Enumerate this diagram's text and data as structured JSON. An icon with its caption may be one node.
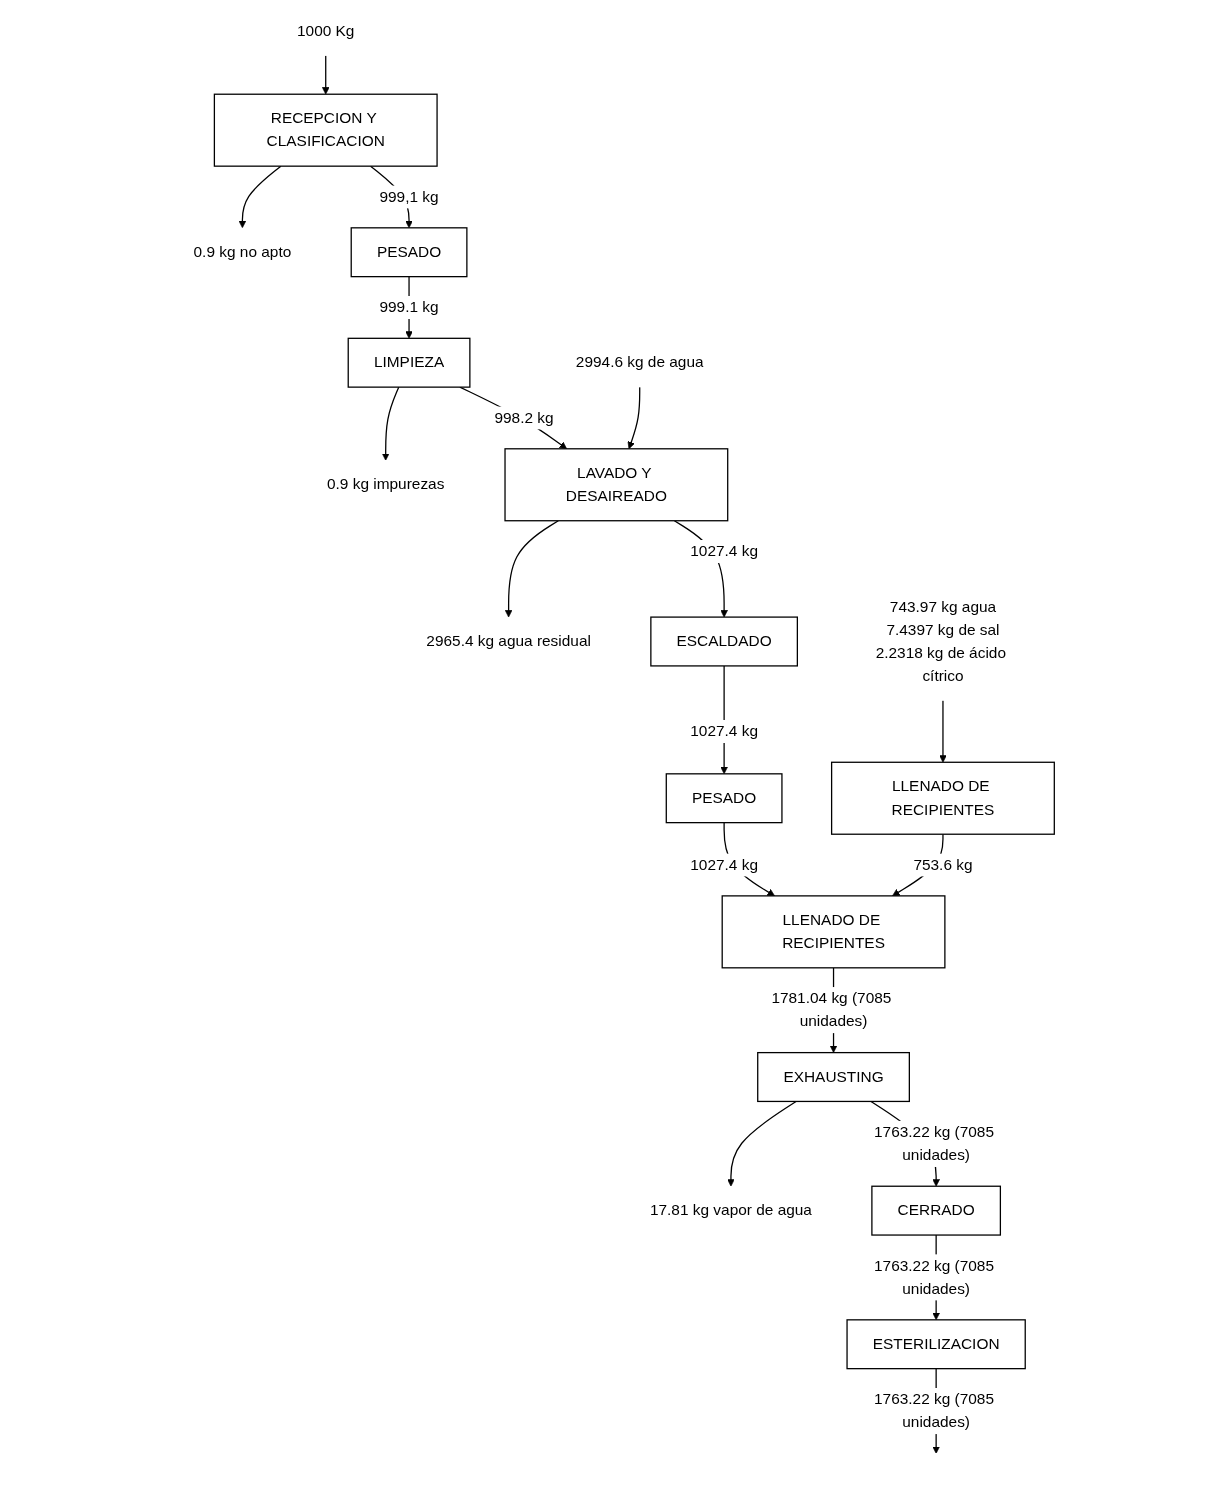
{
  "diagram": {
    "nodes": [
      {
        "text": [
          "1000 Kg"
        ]
      },
      {
        "text": [
          "RECEPCION Y CLASIFICACION"
        ]
      },
      {
        "text": [
          "0.9 kg no apto"
        ]
      },
      {
        "text": [
          "PESADO"
        ]
      },
      {
        "text": [
          "LIMPIEZA"
        ]
      },
      {
        "text": [
          "0.9 kg impurezas"
        ]
      },
      {
        "text": [
          "2994.6 kg de agua"
        ]
      },
      {
        "text": [
          "LAVADO Y DESAIREADO"
        ]
      },
      {
        "text": [
          "2965.4 kg agua residual"
        ]
      },
      {
        "text": [
          "ESCALDADO"
        ]
      },
      {
        "text": [
          "PESADO"
        ]
      },
      {
        "text": [
          "743.97 kg agua",
          "7.4397 kg de sal",
          "2.2318 kg de ácido cítrico"
        ]
      },
      {
        "text": [
          "LLENADO DE RECIPIENTES"
        ]
      },
      {
        "text": [
          "LLENADO DE RECIPIENTES"
        ]
      },
      {
        "text": [
          "EXHAUSTING"
        ]
      },
      {
        "text": [
          "17.81 kg vapor de agua"
        ]
      },
      {
        "text": [
          "CERRADO"
        ]
      },
      {
        "text": [
          "ESTERILIZACION"
        ]
      }
    ],
    "edges": [
      {
        "from": 0,
        "to": 1,
        "arrow": "to"
      },
      {
        "from": 1,
        "to": 2,
        "arrow": "to"
      },
      {
        "from": 1,
        "to": 3,
        "arrow": "to",
        "label": "999,1 kg"
      },
      {
        "from": 3,
        "to": 4,
        "arrow": "to",
        "label": "999.1 kg"
      },
      {
        "from": 4,
        "to": 5,
        "arrow": "to"
      },
      {
        "from": 4,
        "to": 7,
        "arrow": "to",
        "label": "998.2 kg"
      },
      {
        "from": 6,
        "to": 7,
        "arrow": "to"
      },
      {
        "from": 7,
        "to": 8,
        "arrow": "to"
      },
      {
        "from": 7,
        "to": 9,
        "arrow": "to",
        "label": "1027.4 kg"
      },
      {
        "from": 9,
        "to": 10,
        "arrow": "to",
        "label": "1027.4 kg"
      },
      {
        "from": 11,
        "to": 12,
        "arrow": "to"
      },
      {
        "from": 10,
        "to": 13,
        "arrow": "to",
        "label": "1027.4 kg"
      },
      {
        "from": 12,
        "to": 13,
        "arrow": "to",
        "label": "753.6 kg"
      },
      {
        "from": 13,
        "to": 14,
        "arrow": "to",
        "label": "1781.04 kg (7085 unidades)"
      },
      {
        "from": 14,
        "to": 15,
        "arrow": "to"
      },
      {
        "from": 14,
        "to": 16,
        "arrow": "to",
        "label": "1763.22 kg (7085 unidades)"
      },
      {
        "from": 16,
        "to": 17,
        "arrow": "to",
        "label": "1763.22 kg (7085 unidades)"
      },
      {
        "from": 17,
        "to": null,
        "arrow": "to",
        "label": "1763.22 kg (7085 unidades)"
      }
    ]
  }
}
